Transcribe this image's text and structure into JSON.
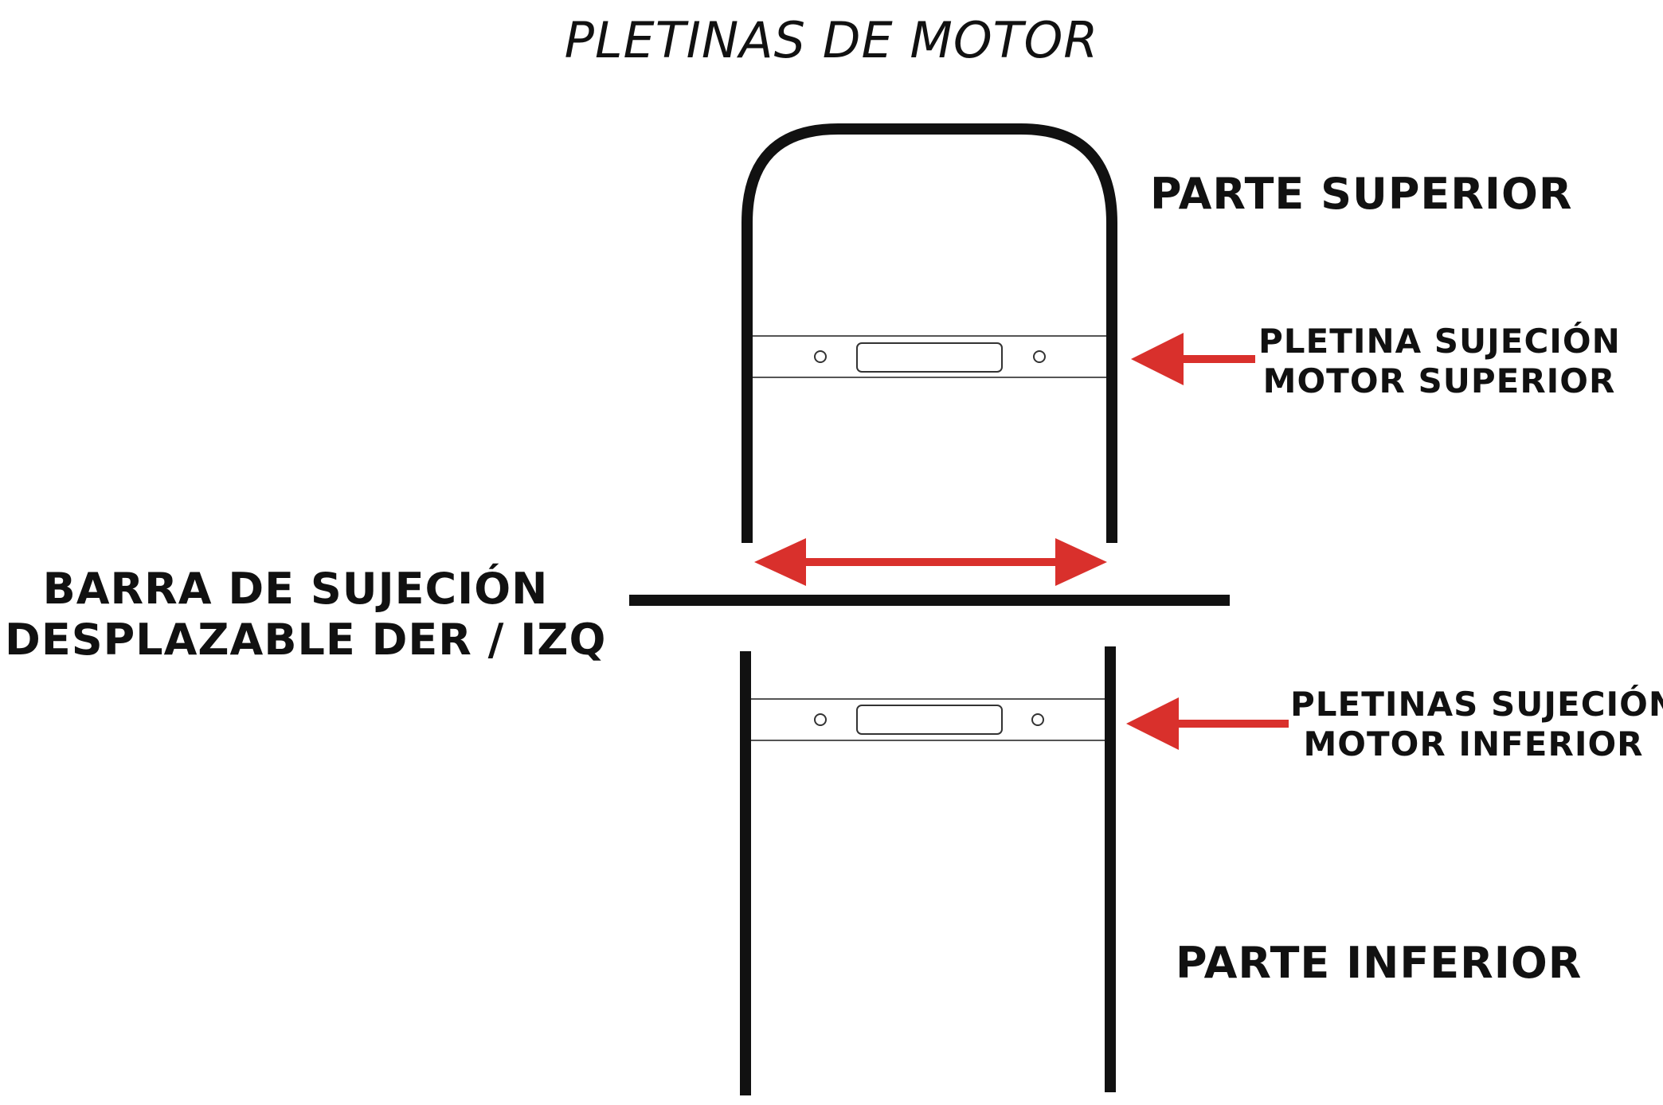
{
  "title": "PLETINAS DE MOTOR",
  "labels": {
    "top_part": "PARTE SUPERIOR",
    "bottom_part": "PARTE INFERIOR",
    "upper_plate_line1": "PLETINA SUJECIÓN",
    "upper_plate_line2": "MOTOR SUPERIOR",
    "lower_plate_line1": "PLETINAS SUJECIÓN",
    "lower_plate_line2": "MOTOR INFERIOR",
    "bar_line1": "BARRA DE SUJECIÓN",
    "bar_line2": "DESPLAZABLE DER / IZQ"
  },
  "colors": {
    "frame": "#111111",
    "arrow": "#d9302c",
    "plate_outline": "#555555"
  }
}
